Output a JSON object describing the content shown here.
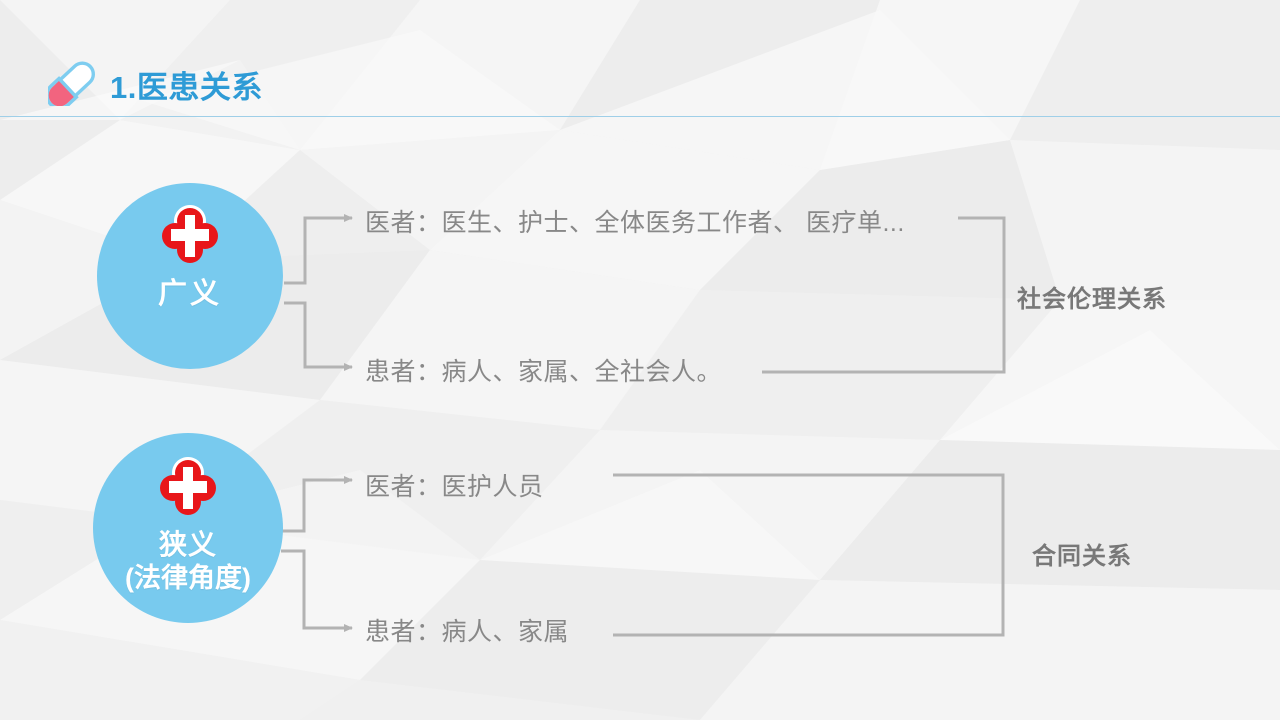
{
  "header": {
    "title": "1.医患关系",
    "icon": "pill-capsule-icon",
    "title_color": "#2e9bd6",
    "rule_color": "#9fcfe8"
  },
  "theme": {
    "background": "#f1f1f1",
    "circle_fill": "#78caee",
    "cross_red": "#e8161a",
    "body_text": "#888888",
    "group_label_text": "#787878",
    "connector": "#b3b3b3"
  },
  "groups": [
    {
      "id": "broad",
      "circle": {
        "label_line1": "广义",
        "label_line2": "",
        "icon": "medical-cross-badge-icon"
      },
      "items": [
        {
          "id": "doctor",
          "text": "医者：医生、护士、全体医务工作者、 医疗单..."
        },
        {
          "id": "patient",
          "text": "患者：病人、家属、全社会人。"
        }
      ],
      "group_label": "社会伦理关系"
    },
    {
      "id": "narrow",
      "circle": {
        "label_line1": "狭义",
        "label_line2": "(法律角度)",
        "icon": "medical-cross-badge-icon"
      },
      "items": [
        {
          "id": "doctor",
          "text": "医者：医护人员"
        },
        {
          "id": "patient",
          "text": "患者：病人、家属"
        }
      ],
      "group_label": "合同关系"
    }
  ]
}
